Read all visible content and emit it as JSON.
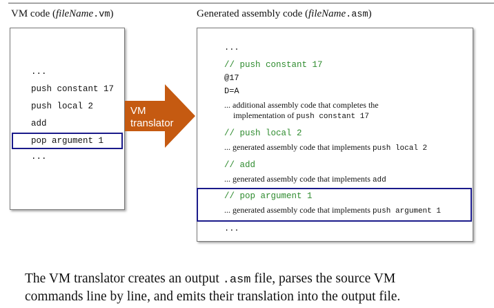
{
  "vm_panel": {
    "title_prefix": "VM code (",
    "title_name": "fileName",
    "title_ext": ".vm",
    "title_suffix": ")",
    "lines": [
      "...",
      "push constant 17",
      "push local 2",
      "add",
      "pop argument 1",
      "..."
    ],
    "highlighted_index": 4
  },
  "arrow": {
    "label_line1": "VM",
    "label_line2": "translator",
    "color": "#c55a11"
  },
  "asm_panel": {
    "title_prefix": "Generated assembly code  (",
    "title_name": "fileName",
    "title_ext": ".asm",
    "title_suffix": ")",
    "top_ellipsis": "...",
    "comment_push_constant": "// push constant 17",
    "code_at17": "@17",
    "code_dA": "D=A",
    "desc_push_constant_1": "... additional assembly code that completes the",
    "desc_push_constant_2a": "implementation of ",
    "desc_push_constant_2b": "push constant 17",
    "comment_push_local": "// push local 2",
    "desc_push_local_a": "... generated assembly code that implements ",
    "desc_push_local_b": "push local 2",
    "comment_add": "// add",
    "desc_add_a": "... generated assembly code that implements ",
    "desc_add_b": "add",
    "comment_pop_argument": "// pop argument 1",
    "desc_pop_argument_a": "... generated assembly code that implements ",
    "desc_pop_argument_b": "push argument 1",
    "bottom_ellipsis": "..."
  },
  "caption": {
    "line1_a": "The VM translator creates an output ",
    "line1_code": ".asm",
    "line1_b": " file, parses the source VM",
    "line2": "commands line by line, and emits their translation into the output file."
  },
  "colors": {
    "comment_green": "#2e8b2e",
    "highlight_border": "#1a1a8a",
    "arrow_fill": "#c55a11"
  }
}
